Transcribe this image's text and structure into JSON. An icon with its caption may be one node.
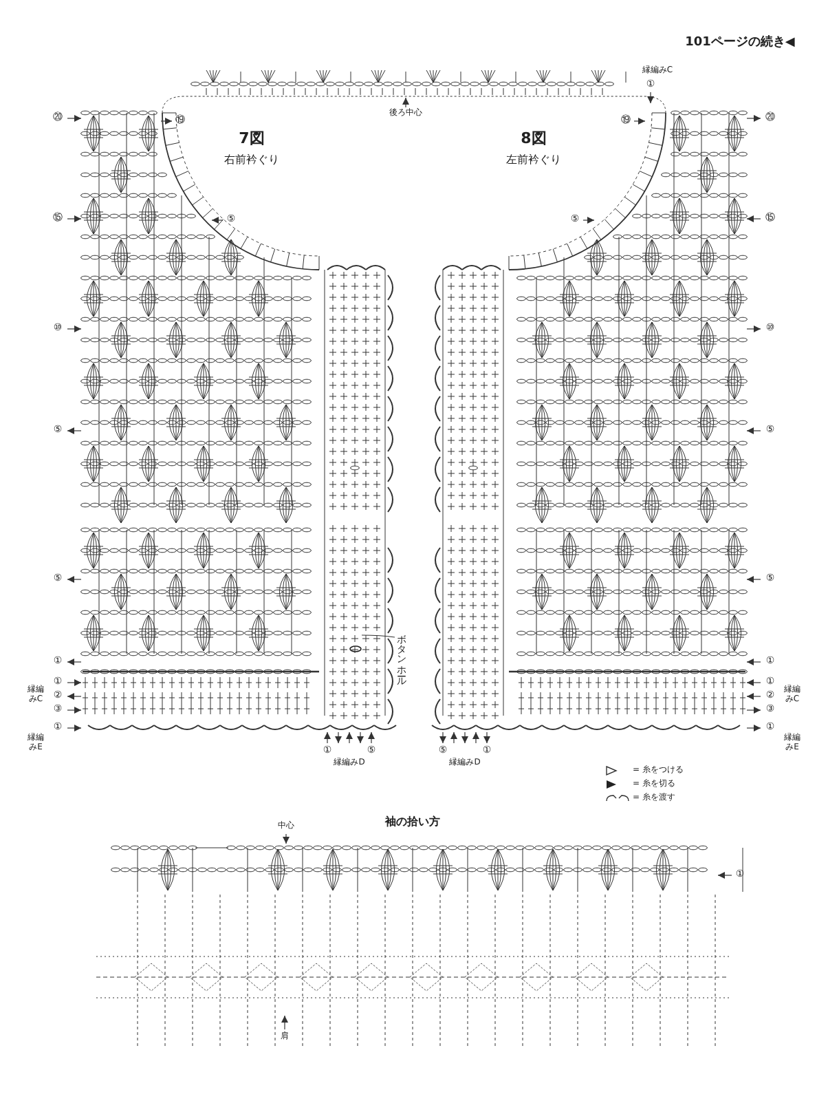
{
  "diagram": {
    "title": "袖の拾い方",
    "nodes": [
      {
        "text": [
          "ボタンホール"
        ]
      },
      {
        "text": [],
        "shape": "circle"
      }
    ],
    "edges": [
      {
        "from": 0,
        "to": 1,
        "arrow": "none"
      }
    ],
    "labels": [
      "101ページの続き◀",
      "縁編みC",
      "①",
      "⑳",
      "⑲",
      "後ろ中心",
      "⑲",
      "⑳",
      "7図",
      "8図",
      "右前衿ぐり",
      "左前衿ぐり",
      "⑮",
      "⑤",
      "⑤",
      "⑮",
      "⑩",
      "⑩",
      "⑤",
      "⑤",
      "⑤",
      "⑤",
      "①",
      "①",
      "①",
      "①",
      "②",
      "②",
      "③",
      "③",
      "縁編みC",
      "縁編みC",
      "①",
      "①",
      "縁編みE",
      "縁編みE",
      "①",
      "⑤",
      "⑤",
      "①",
      "縁編みD",
      "縁編みD",
      "中心",
      "①",
      "肩"
    ],
    "legend": [
      {
        "text": "= 糸をつける"
      },
      {
        "text": "= 糸を切る"
      },
      {
        "text": "= 糸を渡す"
      }
    ]
  }
}
